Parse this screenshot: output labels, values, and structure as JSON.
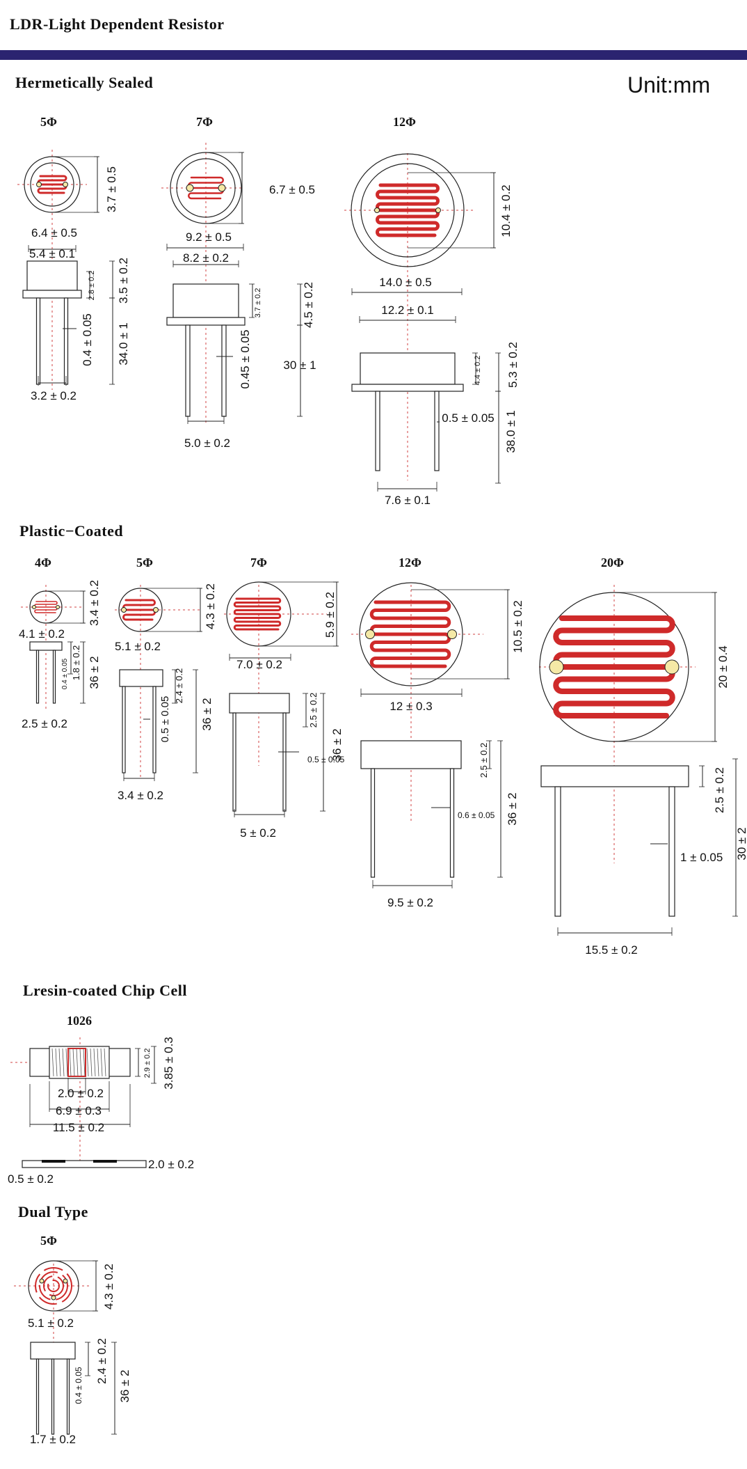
{
  "page_title": "LDR-Light Dependent Resistor",
  "unit": "Unit:mm",
  "colors": {
    "header_bar": "#2b2470",
    "cell_trace": "#cf2a2a",
    "axis_line": "#d04040"
  },
  "sections": {
    "hermetic": {
      "title": "Hermetically Sealed",
      "models": [
        "5Φ",
        "7Φ",
        "12Φ"
      ]
    },
    "plastic": {
      "title": "Plastic−Coated",
      "models": [
        "4Φ",
        "5Φ",
        "7Φ",
        "12Φ",
        "20Φ"
      ]
    },
    "chip": {
      "title": "Lresin-coated Chip Cell",
      "models": [
        "1026"
      ]
    },
    "dual": {
      "title": "Dual Type",
      "models": [
        "5Φ"
      ]
    }
  },
  "dims": {
    "h5": {
      "dia": "3.7 ± 0.5",
      "width": "6.4 ± 0.5",
      "inner": "5.4 ± 0.1",
      "h_small": "2.8 ± 0.2",
      "height": "3.5 ± 0.2",
      "lead": "0.4 ± 0.05",
      "length": "34.0 ± 1",
      "pitch": "3.2 ± 0.2"
    },
    "h7": {
      "dia": "6.7 ± 0.5",
      "width": "9.2 ± 0.5",
      "inner": "8.2 ± 0.2",
      "h_small": "3.7 ± 0.2",
      "height": "4.5 ± 0.2",
      "lead": "0.45 ± 0.05",
      "length": "30 ± 1",
      "pitch": "5.0 ± 0.2"
    },
    "h12": {
      "dia": "10.4 ± 0.2",
      "width": "14.0 ± 0.5",
      "inner": "12.2 ± 0.1",
      "h_small": "4.4 ± 0.2",
      "height": "5.3 ± 0.2",
      "lead": "0.5 ± 0.05",
      "length": "38.0 ± 1",
      "pitch": "7.6 ± 0.1"
    },
    "p4": {
      "dia": "3.4 ± 0.2",
      "width": "4.1 ± 0.2",
      "lead": "0.4 ± 0.05",
      "height": "1.8 ± 0.2",
      "length": "36 ± 2",
      "pitch": "2.5 ± 0.2"
    },
    "p5": {
      "dia": "4.3 ± 0.2",
      "width": "5.1 ± 0.2",
      "height": "2.4 ± 0.2",
      "lead": "0.5 ± 0.05",
      "length": "36 ± 2",
      "pitch": "3.4 ± 0.2"
    },
    "p7": {
      "dia": "5.9 ± 0.2",
      "width": "7.0 ± 0.2",
      "height": "2.5 ± 0.2",
      "lead": "0.5 ± 0.05",
      "length": "36 ± 2",
      "pitch": "5 ± 0.2"
    },
    "p12": {
      "dia": "10.5 ± 0.2",
      "width": "12 ± 0.3",
      "height": "2.5 ± 0.2",
      "lead": "0.6 ± 0.05",
      "length": "36 ± 2",
      "pitch": "9.5 ± 0.2"
    },
    "p20": {
      "dia": "20 ± 0.4",
      "height": "2.5 ± 0.2",
      "lead": "1 ± 0.05",
      "length": "30 ± 2",
      "pitch": "15.5 ± 0.2"
    },
    "chip": {
      "h_inner": "2.9 ± 0.2",
      "height": "3.85 ± 0.3",
      "cell": "2.0 ± 0.2",
      "body": "6.9 ± 0.3",
      "total": "11.5 ± 0.2",
      "thick": "2.0 ± 0.2",
      "plate": "0.5 ± 0.2"
    },
    "dual": {
      "dia": "4.3 ± 0.2",
      "width": "5.1 ± 0.2",
      "height": "2.4 ± 0.2",
      "lead": "0.4 ± 0.05",
      "length": "36 ± 2",
      "pitch": "1.7 ± 0.2"
    }
  }
}
